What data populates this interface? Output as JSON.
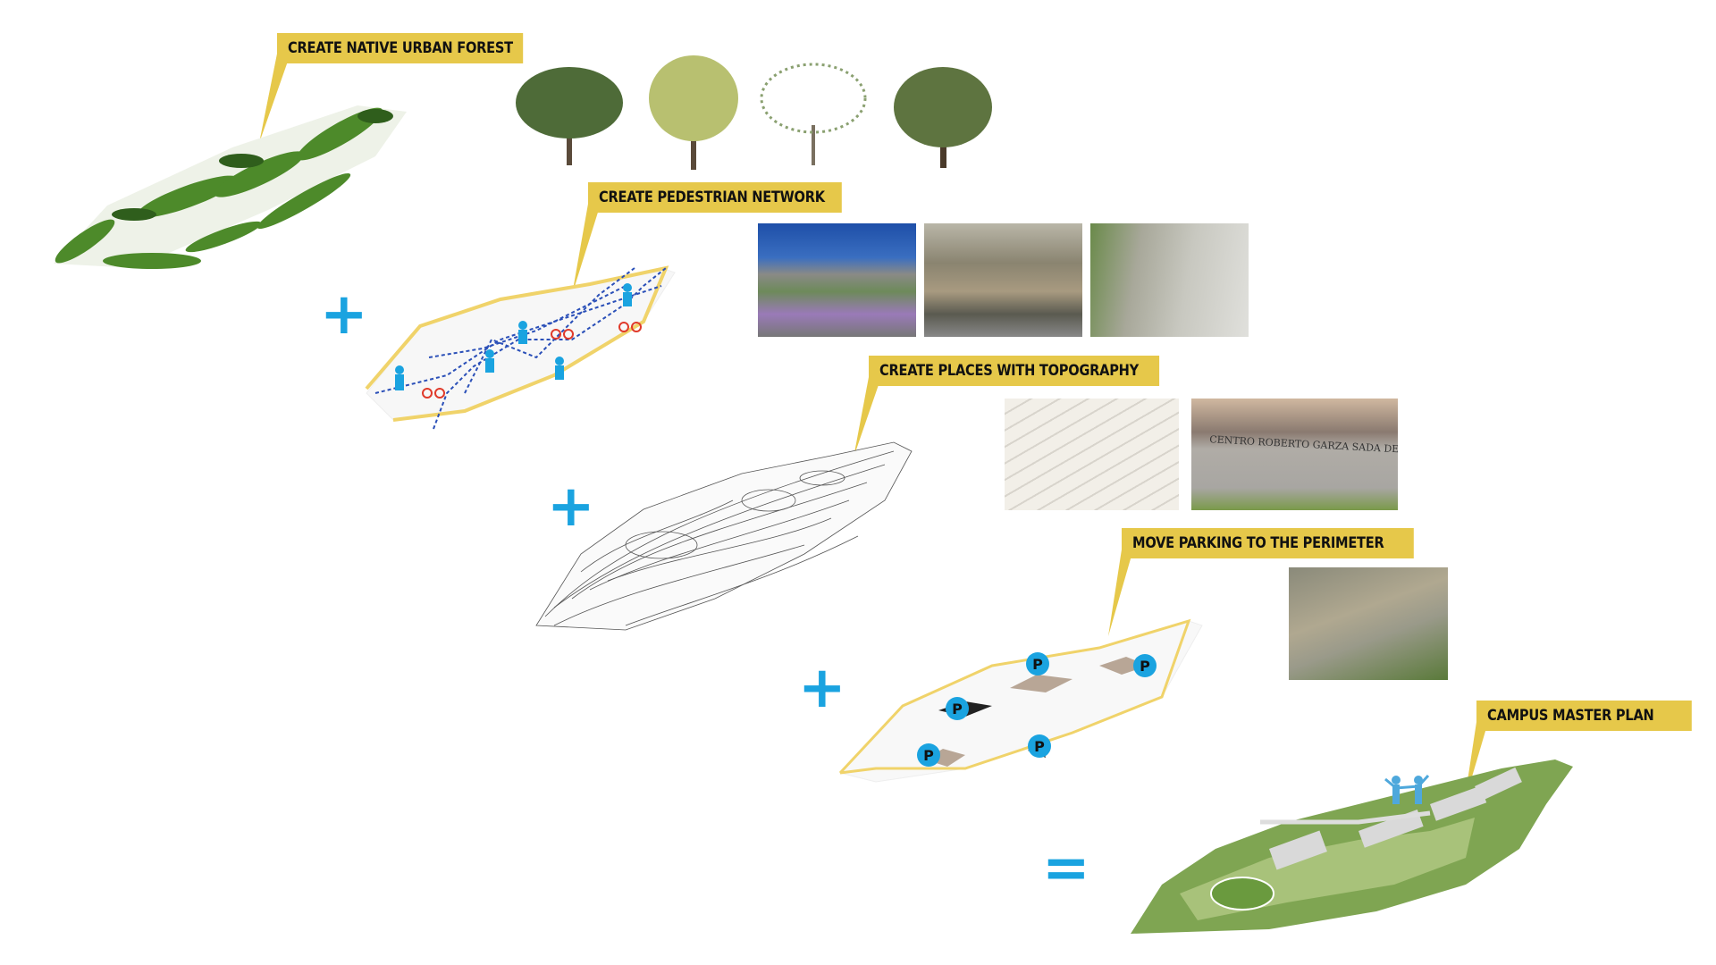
{
  "steps": [
    {
      "label": "CREATE NATIVE URBAN FOREST"
    },
    {
      "label": "CREATE PEDESTRIAN NETWORK"
    },
    {
      "label": "CREATE PLACES WITH TOPOGRAPHY"
    },
    {
      "label": "MOVE PARKING TO THE PERIMETER"
    },
    {
      "label": "CAMPUS MASTER PLAN"
    }
  ],
  "operators": {
    "plus": "+",
    "equals": "="
  },
  "photo_text": {
    "wall_sign": "CENTRO ROBERTO GARZA SADA DE ARTE, ARQUITECTURA Y DISEÑO"
  },
  "parking_marker": "P",
  "colors": {
    "label_bg": "#e6c84a",
    "accent_blue": "#1aa3e0",
    "path_yellow": "#f0d36a",
    "network_blue": "#2a4fb8",
    "bike_red": "#e03a2a",
    "forest_green": "#4d8a2a"
  }
}
